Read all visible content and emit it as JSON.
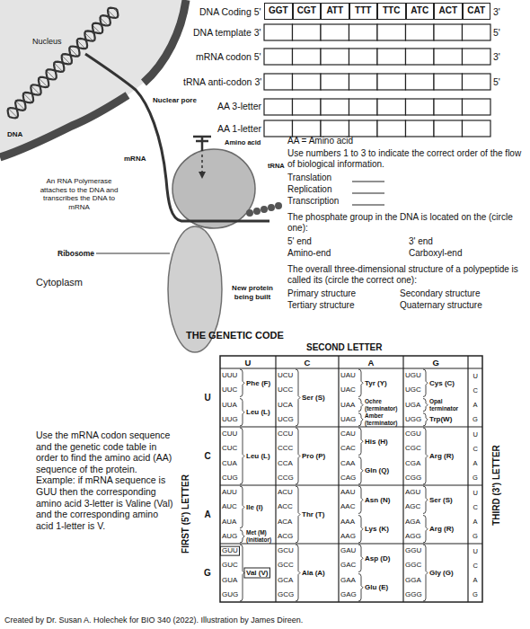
{
  "diagram": {
    "caption": "Created by Dr. Susan A. Holechek for BIO 340 (2022). Illustration by James Direen.",
    "nodes": [
      {
        "text": [
          "GGT"
        ]
      },
      {
        "text": [
          "CGT"
        ]
      },
      {
        "text": [
          "ATT"
        ]
      },
      {
        "text": [
          "TTT"
        ]
      },
      {
        "text": [
          "TTC"
        ]
      },
      {
        "text": [
          "ATC"
        ]
      },
      {
        "text": [
          "ACT"
        ]
      },
      {
        "text": [
          "CAT"
        ]
      }
    ],
    "labels": [
      "DNA Coding 5'",
      "3'",
      "DNA template 3'",
      "5'",
      "mRNA codon 5'",
      "3'",
      "tRNA anti-codon 3'",
      "5'",
      "AA 3-letter",
      "AA 1-letter",
      "Nucleus",
      "Nuclear pore",
      "DNA",
      "mRNA",
      "Amino acid",
      "tRNA",
      "An RNA Polymerase attaches to the DNA and transcribes the DNA to mRNA",
      "Ribosome",
      "Cytoplasm",
      "New protein being built",
      "AA = Amino acid",
      "Use numbers 1 to 3 to indicate the correct order of the flow of biological information.",
      "Translation",
      "Replication",
      "Transcription",
      "The phosphate group in the DNA is located on the (circle one):",
      "5' end",
      "3' end",
      "Amino-end",
      "Carboxyl-end",
      "The overall three-dimensional structure of a polypeptide is called its (circle the correct one):",
      "Primary structure",
      "Secondary structure",
      "Tertiary structure",
      "Quaternary structure",
      "THE GENETIC CODE",
      "SECOND LETTER",
      "U",
      "C",
      "A",
      "G",
      "FIRST (5') LETTER",
      "U",
      "C",
      "A",
      "G",
      "THIRD (3') LETTER",
      "U",
      "C",
      "A",
      "G",
      "U",
      "C",
      "A",
      "G",
      "U",
      "C",
      "A",
      "G",
      "U",
      "C",
      "A",
      "G",
      "Use the mRNA codon sequence and the genetic code table in order to find the amino acid (AA) sequence of the protein. Example: if mRNA sequence is GUU then the corresponding amino acid 3-letter is Valine (Val) and the corresponding amino acid 1-letter is V.",
      "UUU",
      "UUC",
      "UUA",
      "UUG",
      "Phe (F)",
      "Leu (L)",
      "UCU",
      "UCC",
      "UCA",
      "UCG",
      "Ser (S)",
      "UAU",
      "UAC",
      "UAA",
      "UAG",
      "Tyr (Y)",
      "Ochre (terminator)",
      "Amber (terminator)",
      "UGU",
      "UGC",
      "UGA",
      "UGG",
      "Cys (C)",
      "Opal terminator",
      "Trp(W)",
      "CUU",
      "CUC",
      "CUA",
      "CUG",
      "Leu (L)",
      "CCU",
      "CCC",
      "CCA",
      "CCG",
      "Pro (P)",
      "CAU",
      "CAC",
      "CAA",
      "CAG",
      "His (H)",
      "Gln (Q)",
      "CGU",
      "CGC",
      "CGA",
      "CGG",
      "Arg (R)",
      "AUU",
      "AUC",
      "AUA",
      "AUG",
      "Ile (I)",
      "Met (M) (initiator)",
      "ACU",
      "ACC",
      "ACA",
      "ACG",
      "Thr (T)",
      "AAU",
      "AAC",
      "AAA",
      "AAG",
      "Asn (N)",
      "Lys (K)",
      "AGU",
      "AGC",
      "AGA",
      "AGG",
      "Ser (S)",
      "Arg (R)",
      "GUU",
      "GUC",
      "GUA",
      "GUG",
      "Val (V)",
      "GCU",
      "GCC",
      "GCA",
      "GCG",
      "Ala (A)",
      "GAU",
      "GAC",
      "GAA",
      "GAG",
      "Asp (D)",
      "Glu (E)",
      "GGU",
      "GGC",
      "GGA",
      "GGG",
      "Gly (G)"
    ]
  }
}
